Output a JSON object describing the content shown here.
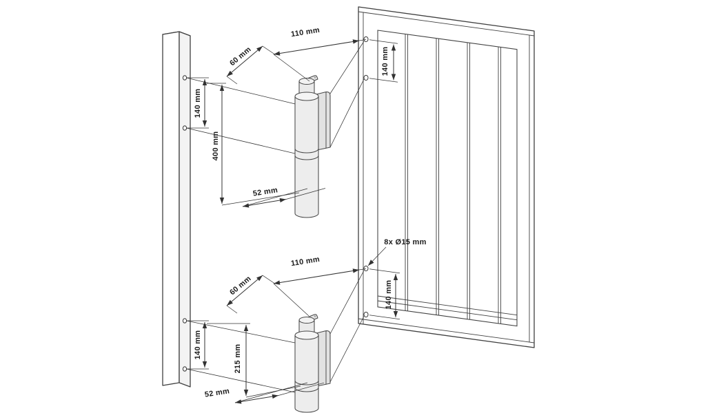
{
  "colors": {
    "background": "#ffffff",
    "line": "#3a3a3a",
    "metal_fill": "#ededed",
    "plate_fill": "#e2e2e2"
  },
  "dims": {
    "upper": {
      "gate_offset": "110 mm",
      "post_offset": "60 mm",
      "post_hole_spacing": "140 mm",
      "fixing_height": "400 mm",
      "axis_offset": "52 mm",
      "gate_hole_spacing": "140 mm"
    },
    "drill_note": "8x Ø15 mm",
    "lower": {
      "gate_offset": "110 mm",
      "post_offset": "60 mm",
      "post_hole_spacing": "140 mm",
      "fixing_height": "215 mm",
      "axis_offset": "52 mm",
      "gate_hole_spacing": "140 mm"
    }
  }
}
